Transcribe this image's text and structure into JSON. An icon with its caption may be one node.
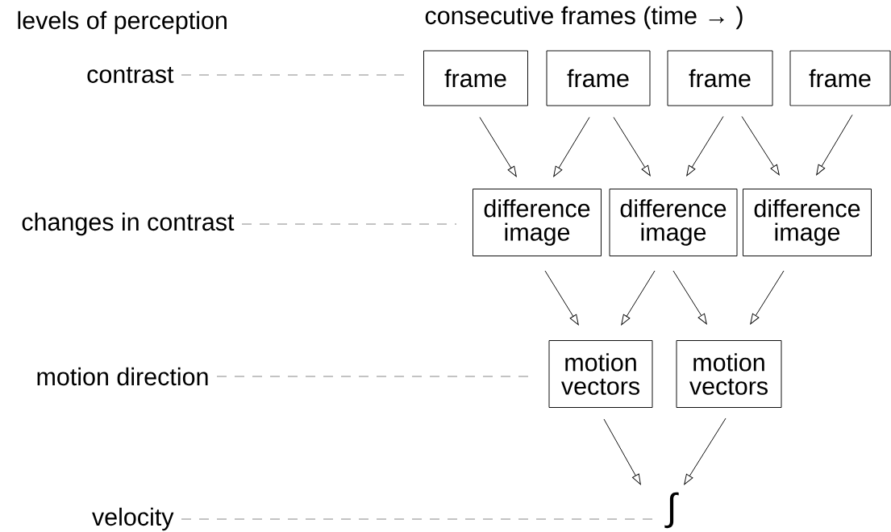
{
  "diagram": {
    "nodes": [
      {
        "text": [
          "contrast"
        ]
      },
      {
        "text": [
          "frame"
        ]
      },
      {
        "text": [
          "frame"
        ]
      },
      {
        "text": [
          "frame"
        ]
      },
      {
        "text": [
          "frame"
        ]
      },
      {
        "text": [
          "changes in contrast"
        ]
      },
      {
        "text": [
          "difference image"
        ]
      },
      {
        "text": [
          "difference image"
        ]
      },
      {
        "text": [
          "difference image"
        ]
      },
      {
        "text": [
          "motion direction"
        ]
      },
      {
        "text": [
          "motion vectors"
        ]
      },
      {
        "text": [
          "motion vectors"
        ]
      },
      {
        "text": [
          "velocity"
        ]
      },
      {
        "text": [
          "∫"
        ]
      }
    ],
    "edges": [
      {
        "from": 0,
        "to": 1,
        "arrow": "none",
        "style": "dashed",
        "color": "#808080"
      },
      {
        "from": 1,
        "to": 6,
        "arrow": "to"
      },
      {
        "from": 2,
        "to": 6,
        "arrow": "to"
      },
      {
        "from": 2,
        "to": 7,
        "arrow": "to"
      },
      {
        "from": 3,
        "to": 7,
        "arrow": "to"
      },
      {
        "from": 3,
        "to": 8,
        "arrow": "to"
      },
      {
        "from": 4,
        "to": 8,
        "arrow": "to"
      },
      {
        "from": 5,
        "to": 6,
        "arrow": "none",
        "style": "dashed",
        "color": "#808080"
      },
      {
        "from": 6,
        "to": 10,
        "arrow": "to"
      },
      {
        "from": 7,
        "to": 10,
        "arrow": "to"
      },
      {
        "from": 7,
        "to": 11,
        "arrow": "to"
      },
      {
        "from": 8,
        "to": 11,
        "arrow": "to"
      },
      {
        "from": 9,
        "to": 10,
        "arrow": "none",
        "style": "dashed",
        "color": "#808080"
      },
      {
        "from": 10,
        "to": 13,
        "arrow": "to"
      },
      {
        "from": 11,
        "to": 13,
        "arrow": "to"
      },
      {
        "from": 12,
        "to": 13,
        "arrow": "none",
        "style": "dashed",
        "color": "#808080"
      }
    ],
    "labels": [
      "levels of perception",
      "consecutive frames (time → )"
    ]
  }
}
